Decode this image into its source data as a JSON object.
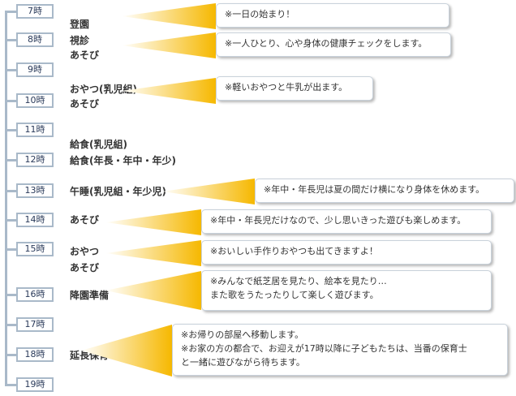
{
  "colors": {
    "timeline": "#a9b9c9",
    "ray_strong": "#f6b800",
    "ray_fade": "#ffffff"
  },
  "hours": [
    "7時",
    "8時",
    "9時",
    "10時",
    "11時",
    "12時",
    "13時",
    "14時",
    "15時",
    "16時",
    "17時",
    "18時",
    "19時"
  ],
  "activities": [
    "登園",
    "視診",
    "あそび",
    "おやつ(乳児組)",
    "あそび",
    "給食(乳児組)",
    "給食(年長・年中・年少)",
    "午睡(乳児組・年少児)",
    "あそび",
    "おやつ",
    "あそび",
    "降園準備",
    "延長保育"
  ],
  "notes": [
    {
      "lines": [
        "※一日の始まり！"
      ]
    },
    {
      "lines": [
        "※一人ひとり、心や身体の健康チェックをします。"
      ]
    },
    {
      "lines": [
        "※軽いおやつと牛乳が出ます。"
      ]
    },
    {
      "lines": [
        "※年中・年長児は夏の間だけ横になり身体を休めます。"
      ]
    },
    {
      "lines": [
        "※年中・年長児だけなので、少し思いきった遊びも楽しめます。"
      ]
    },
    {
      "lines": [
        "※おいしい手作りおやつも出てきますよ！"
      ]
    },
    {
      "lines": [
        "※みんなで紙芝居を見たり、絵本を見たり…",
        "また歌をうたったりして楽しく遊びます。"
      ]
    },
    {
      "lines": [
        "※お帰りの部屋へ移動します。",
        "※お家の方の都合で、お迎えが17時以降に子どもたちは、当番の保育士",
        "と一緒に遊びながら待ちます。"
      ]
    }
  ]
}
